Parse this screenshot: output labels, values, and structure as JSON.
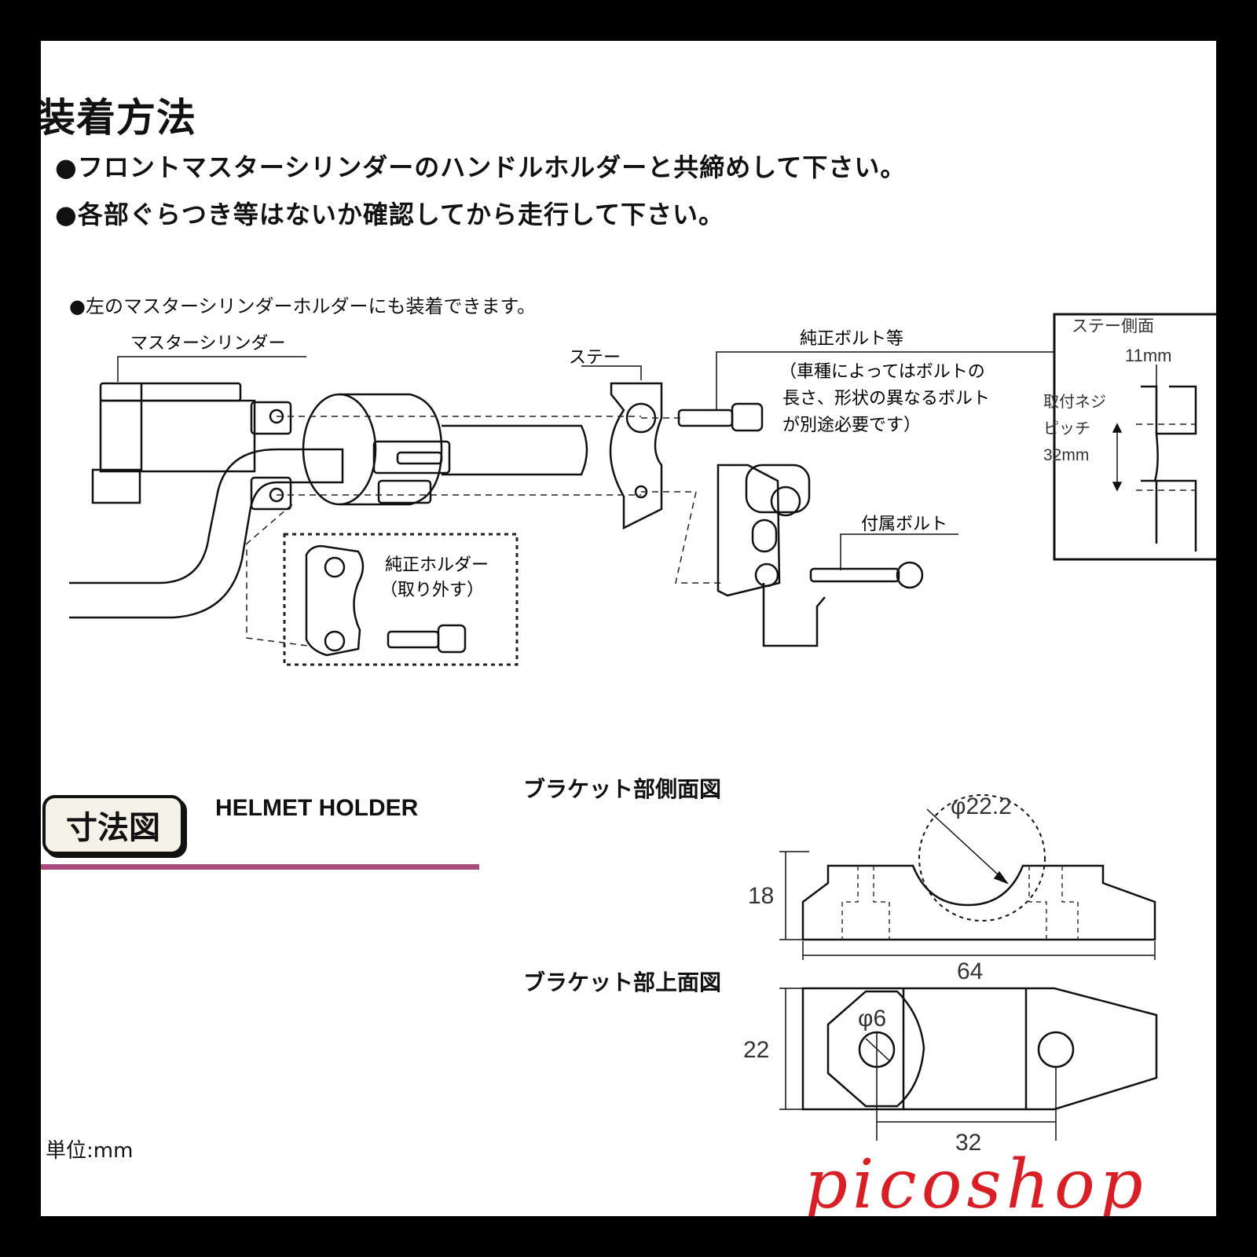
{
  "install": {
    "title": "装着方法",
    "note1": "●フロントマスターシリンダーのハンドルホルダーと共締めして下さい。",
    "note2": "●各部ぐらつき等はないか確認してから走行して下さい。",
    "note3": "●左のマスターシリンダーホルダーにも装着できます。"
  },
  "labels": {
    "master_cylinder": "マスターシリンダー",
    "stay": "ステー",
    "oem_bolt": "純正ボルト等",
    "oem_bolt_note_1": "（車種によってはボルトの",
    "oem_bolt_note_2": "長さ、形状の異なるボルト",
    "oem_bolt_note_3": "が別途必要です）",
    "oem_holder_1": "純正ホルダー",
    "oem_holder_2": "（取り外す）",
    "included_bolt": "付属ボルト"
  },
  "stay_side": {
    "title": "ステー側面",
    "dim_11": "11mm",
    "pitch_1": "取付ネジ",
    "pitch_2": "ピッチ",
    "pitch_3": "32mm"
  },
  "dimensions": {
    "badge": "寸法図",
    "product": "HELMET HOLDER",
    "side_view_title": "ブラケット部側面図",
    "top_view_title": "ブラケット部上面図",
    "phi_22": "φ22.2",
    "h_18": "18",
    "w_64": "64",
    "h_22": "22",
    "phi_6": "φ6",
    "pitch_32": "32",
    "unit": "単位:mm"
  },
  "watermark": "picoshop"
}
